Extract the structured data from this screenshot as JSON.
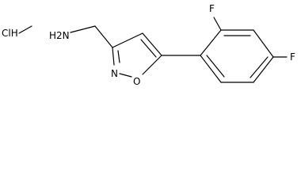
{
  "molecule": {
    "salt_label": "ClH",
    "amine_label": "H2N",
    "ring_nitrogen_label": "N",
    "ring_oxygen_label": "O",
    "fluorine_ortho_label": "F",
    "fluorine_para_label": "F"
  }
}
